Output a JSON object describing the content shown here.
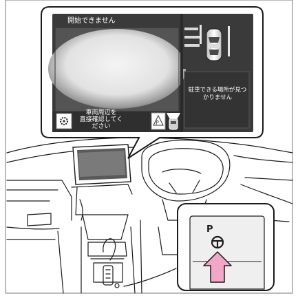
{
  "screen": {
    "title": "開始できません",
    "guide_message_line1": "車両周辺を",
    "guide_message_line2": "直接確認してください",
    "status_message": "駐車できる場所が見つかりません"
  },
  "icons": {
    "settings": "gear-icon",
    "parking_assist": "parking-p-icon",
    "sensor": "sensor-wave-icon",
    "vehicle": "car-icon",
    "steering": "steering-wheel-icon",
    "press": "up-arrow-icon"
  },
  "switch": {
    "label": "P"
  },
  "colors": {
    "screen_dark": "#3a3a3a",
    "camera_light": "#ececec",
    "arrow_fill": "#f4a6c8",
    "line": "#1a1a1a"
  }
}
